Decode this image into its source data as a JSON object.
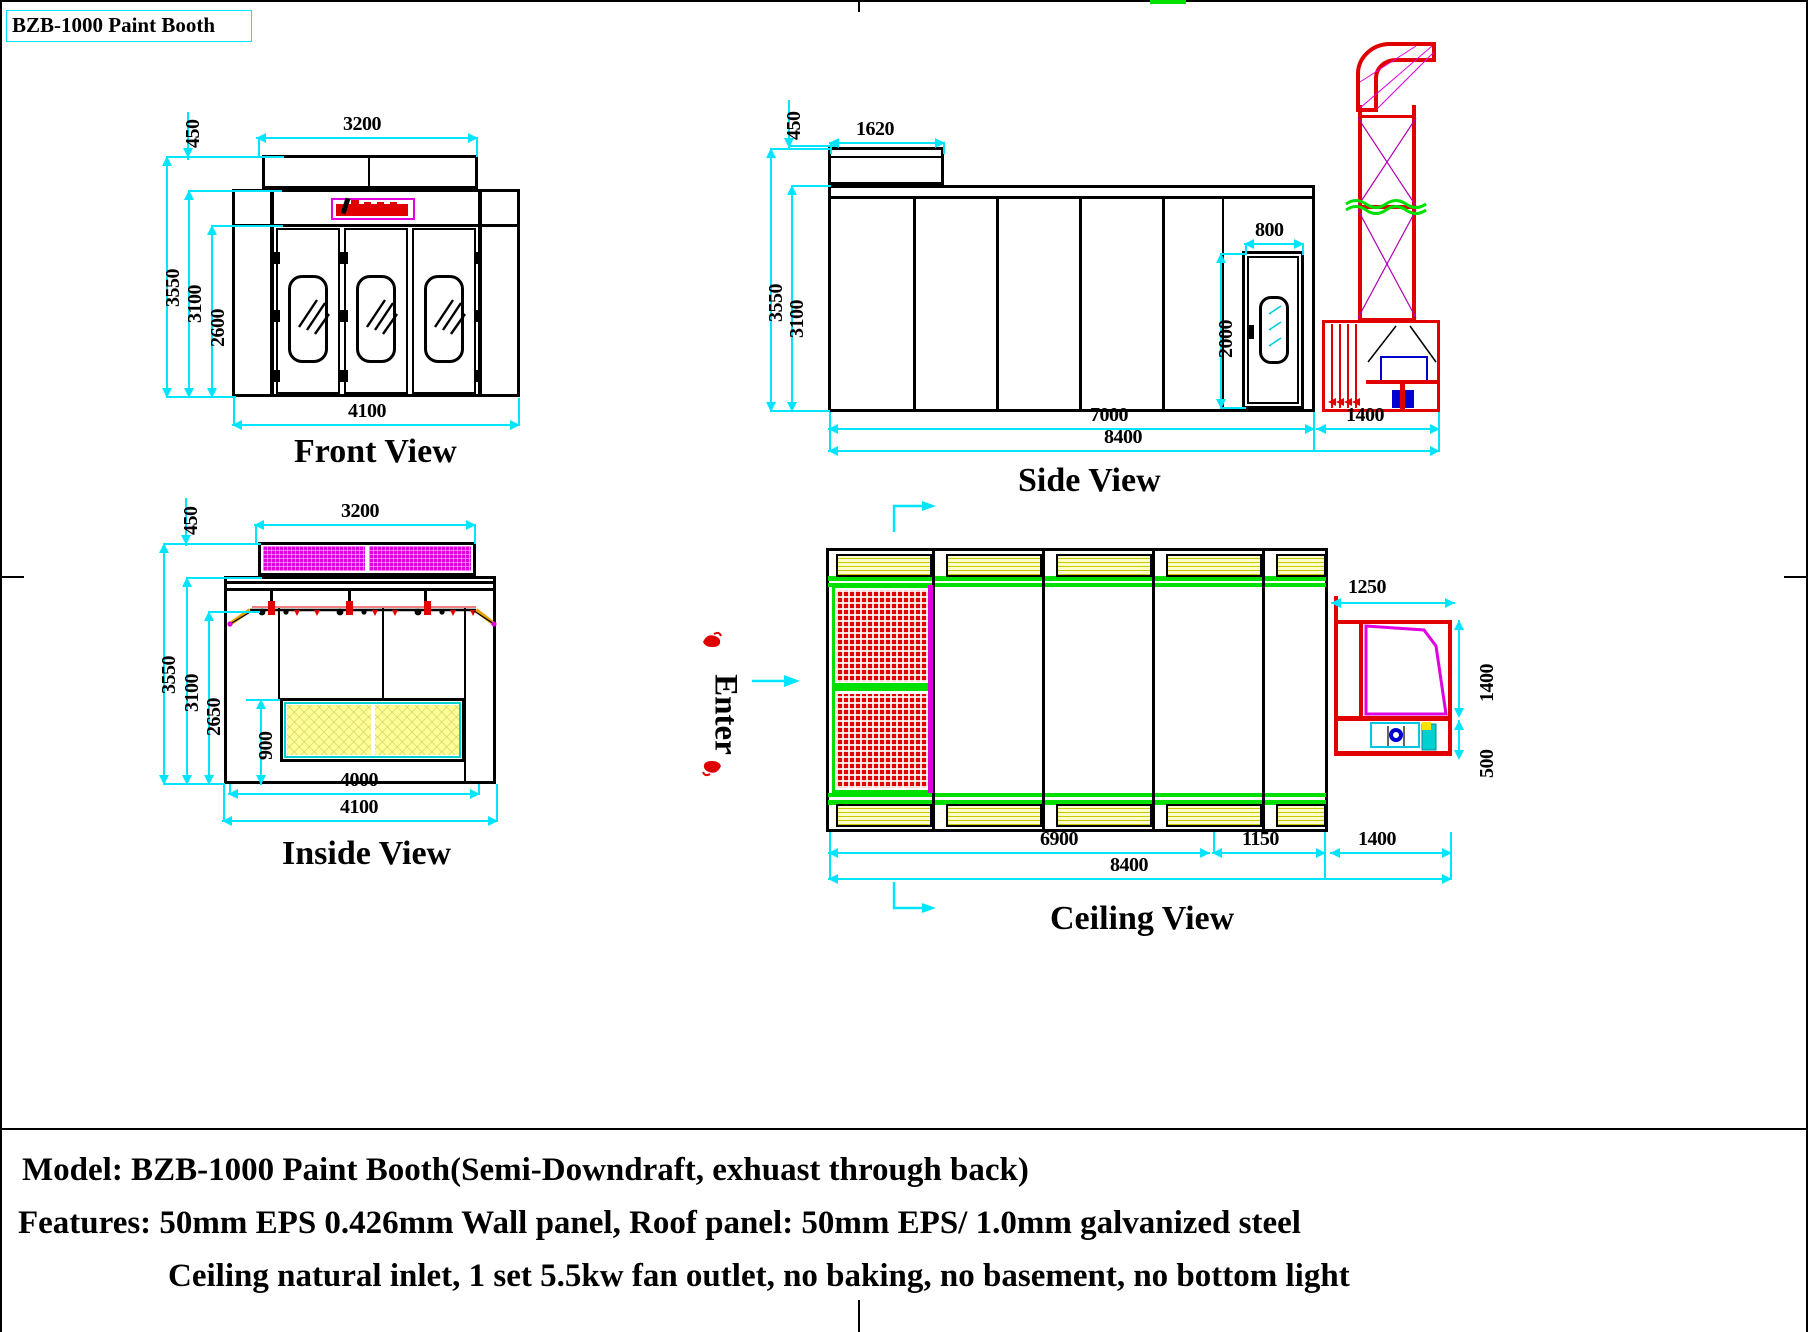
{
  "document": {
    "title_block_label": "BZB-1000 Paint Booth",
    "model_line": "Model: BZB-1000 Paint Booth(Semi-Downdraft, exhuast through back)",
    "features_line_1": "Features: 50mm EPS 0.426mm Wall panel, Roof panel: 50mm EPS/ 1.0mm galvanized steel",
    "features_line_2": "Ceiling natural inlet, 1 set 5.5kw fan outlet,  no baking, no basement, no bottom light",
    "enter_label": "Enter"
  },
  "colors": {
    "dimension_cyan": "#00e5ff",
    "outline_black": "#000000",
    "filter_red": "#e00000",
    "duct_red": "#e00000",
    "lamp_yellow": "#ffff99",
    "ceiling_green": "#00e000",
    "magenta": "#e000e0",
    "fan_blue": "#0000d0"
  },
  "views": {
    "front": {
      "title": "Front View",
      "dimensions": {
        "roof_height": "450",
        "overall_width": "3200",
        "total_height": "3550",
        "wall_height": "3100",
        "door_height": "2600",
        "overall_base_width": "4100"
      }
    },
    "side": {
      "title": "Side View",
      "dimensions": {
        "roof_height": "450",
        "roof_unit_width": "1620",
        "total_height": "3550",
        "wall_height": "3100",
        "door_width": "800",
        "door_height": "2000",
        "booth_length": "7000",
        "overall_length": "8400",
        "exhaust_depth": "1400"
      }
    },
    "inside": {
      "title": "Inside View",
      "dimensions": {
        "roof_height": "450",
        "ceiling_width": "3200",
        "total_height": "3550",
        "wall_height": "3100",
        "inner_height": "2650",
        "filter_height": "900",
        "filter_width": "4000",
        "overall_width": "4100"
      }
    },
    "ceiling": {
      "title": "Ceiling View",
      "dimensions": {
        "fan_box_width": "1250",
        "fan_box_height": "1400",
        "fan_outlet_height": "500",
        "booth_length": "6900",
        "rear_section": "1150",
        "exhaust_depth": "1400",
        "overall_length": "8400"
      }
    }
  }
}
